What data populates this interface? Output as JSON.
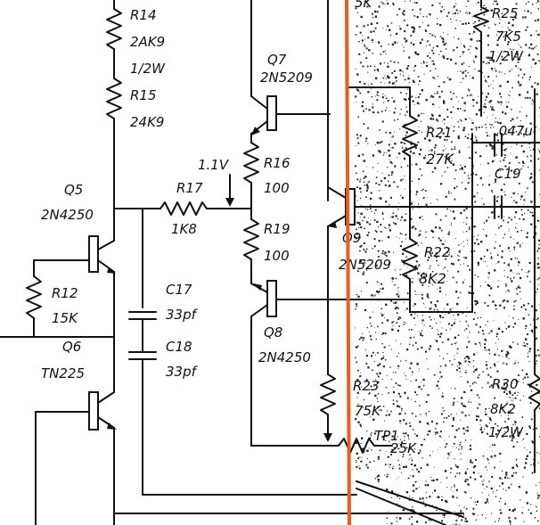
{
  "labels": {
    "r14": "R14",
    "r14_val": "2AK9",
    "r14_pwr": "1/2W",
    "r15": "R15",
    "r15_val": "24K9",
    "q7": "Q7",
    "q7_part": "2N5209",
    "top_fragment": "5K",
    "r25": "R25",
    "r25_val": "7K5",
    "r25_pwr": "1/2W",
    "r21": "R21",
    "r21_val": "27K",
    "c_top": ".047u",
    "c19": "C19",
    "voltage": "1.1V",
    "r16": "R16",
    "r16_val": "100",
    "r17": "R17",
    "r17_val": "1K8",
    "q5": "Q5",
    "q5_part": "2N4250",
    "r19": "R19",
    "r19_val": "100",
    "q9": "Q9",
    "q9_part": "2N5209",
    "r22": "R22",
    "r22_val": "8K2",
    "r12": "R12",
    "r12_val": "15K",
    "c17": "C17",
    "c17_val": "33pf",
    "c18": "C18",
    "c18_val": "33pf",
    "q8": "Q8",
    "q8_part": "2N4250",
    "q6": "Q6",
    "q6_part": "TN225",
    "r23": "R23",
    "r23_val": "75K",
    "tp1": "TP1",
    "tp1_val": "25K",
    "r30": "R30",
    "r30_val": "8K2",
    "r30_pwr": "1/2W"
  },
  "colors": {
    "probe_line": "#f05a1a",
    "ink": "#111111",
    "paper": "#ffffff"
  }
}
